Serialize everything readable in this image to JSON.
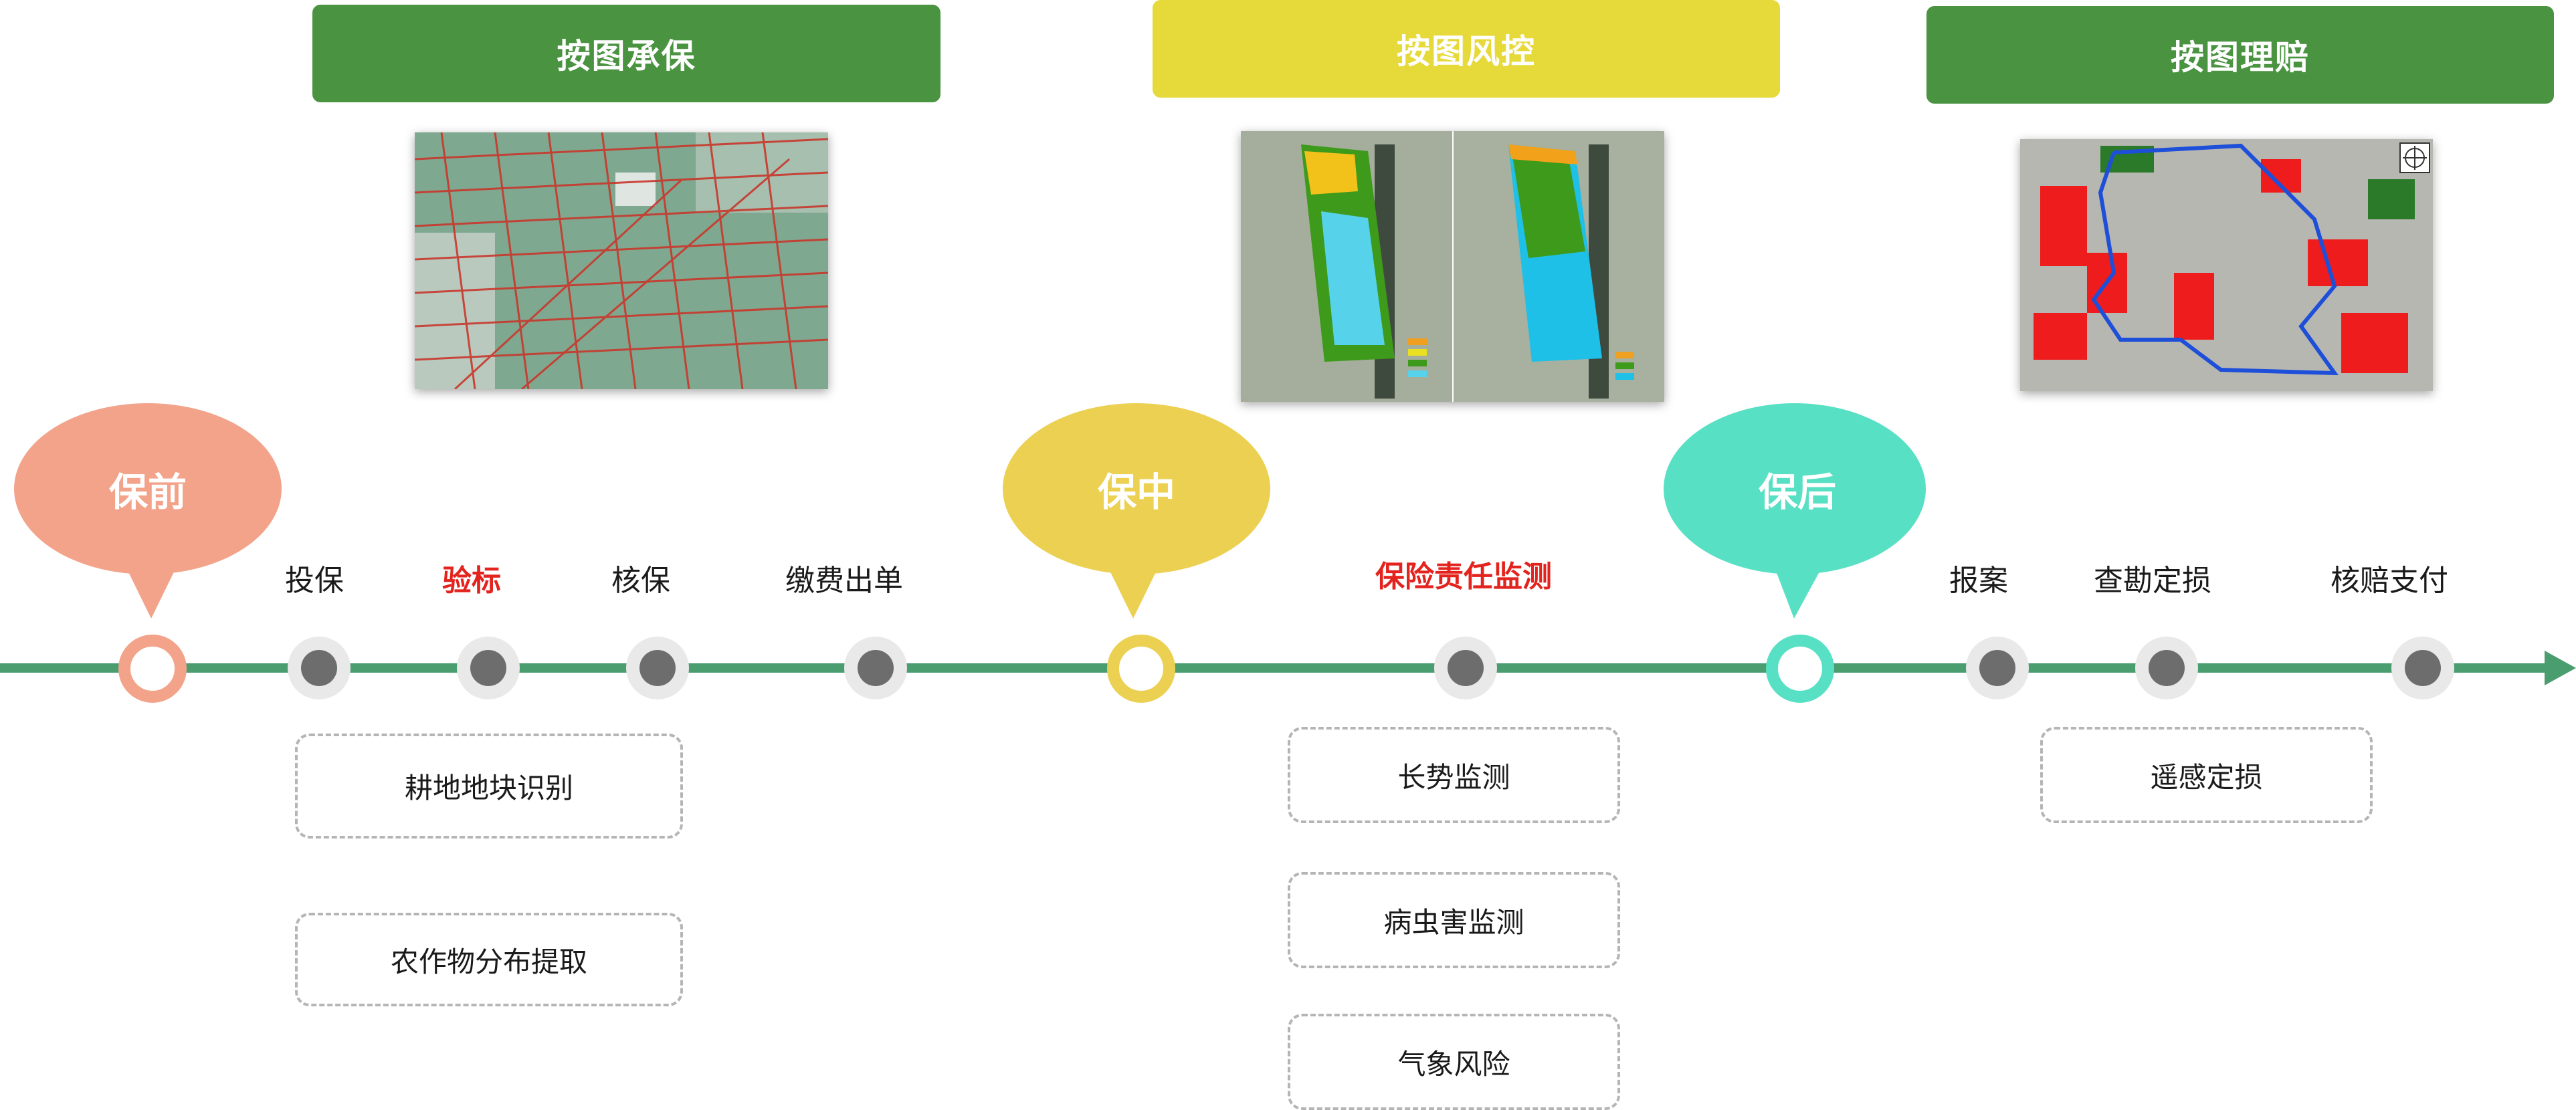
{
  "banners": {
    "underwriting": "按图承保",
    "risk_control": "按图风控",
    "claims": "按图理赔"
  },
  "phases": {
    "pre": "保前",
    "mid": "保中",
    "post": "保后"
  },
  "steps": {
    "apply": "投保",
    "inspect": "验标",
    "verify": "核保",
    "payment": "缴费出单",
    "liability_monitor": "保险责任监测",
    "report": "报案",
    "survey": "查勘定损",
    "settle": "核赔支付"
  },
  "sub_items": {
    "plot_identification": "耕地地块识别",
    "crop_extraction": "农作物分布提取",
    "growth_monitor": "长势监测",
    "pest_monitor": "病虫害监测",
    "weather_risk": "气象风险",
    "remote_loss": "遥感定损"
  },
  "colors": {
    "green_banner": "#4a9341",
    "yellow_banner": "#e6d93a",
    "pre_phase": "#f2a38a",
    "mid_phase": "#ecd052",
    "post_phase": "#58e0c4",
    "timeline": "#4a9d6f",
    "highlight_red": "#e3231e"
  }
}
